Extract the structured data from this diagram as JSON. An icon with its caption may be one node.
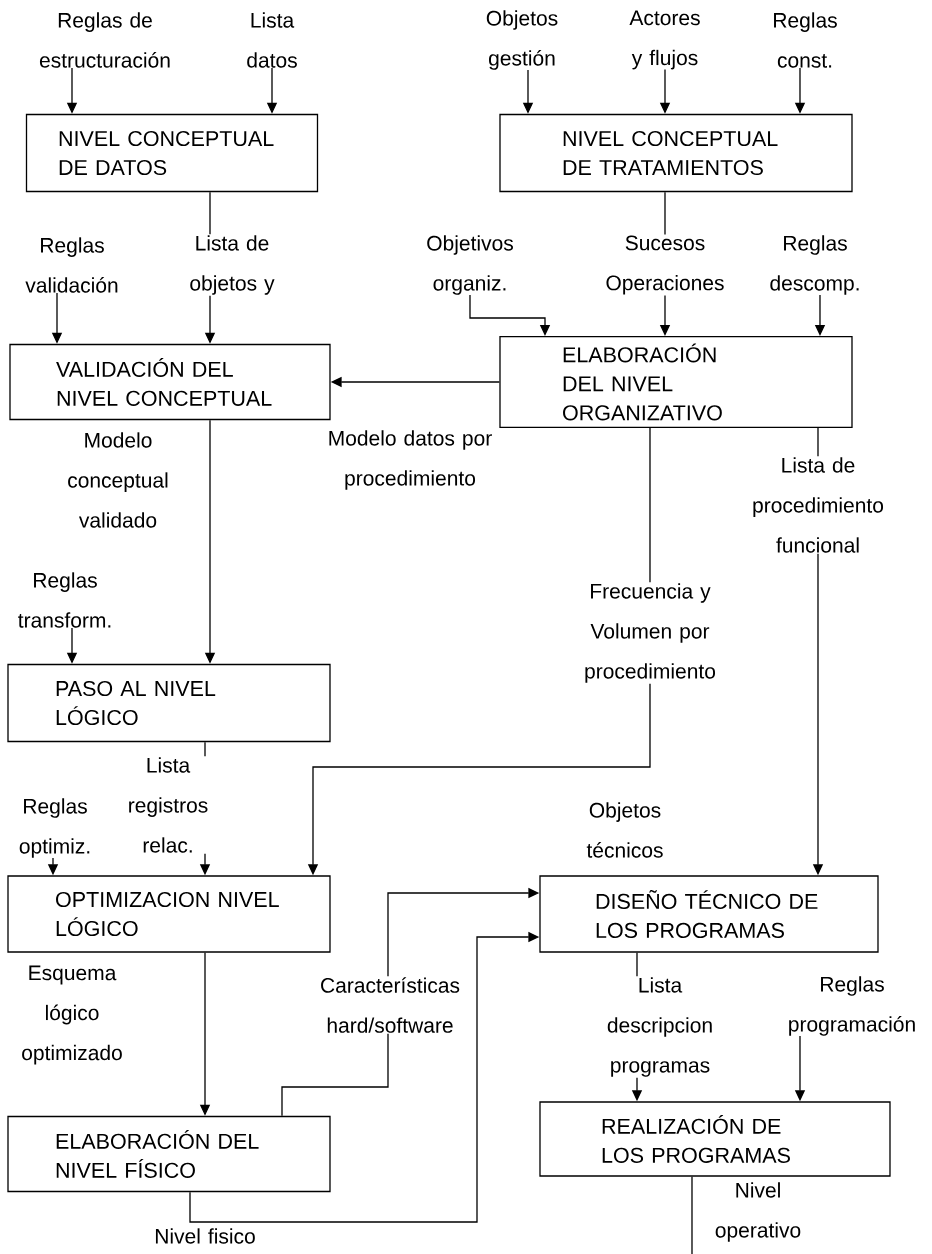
{
  "diagram": {
    "nodes": [
      {
        "text": [
          "Reglas de estructuración"
        ]
      },
      {
        "text": [
          "Lista datos"
        ]
      },
      {
        "text": [
          "Objetos gestión"
        ]
      },
      {
        "text": [
          "Actores y flujos"
        ]
      },
      {
        "text": [
          "Reglas const."
        ]
      },
      {
        "text": [
          "NIVEL CONCEPTUAL DE DATOS"
        ]
      },
      {
        "text": [
          "NIVEL CONCEPTUAL DE TRATAMIENTOS"
        ]
      },
      {
        "text": [
          "Reglas validación"
        ]
      },
      {
        "text": [
          "Objetivos organiz."
        ]
      },
      {
        "text": [
          "Reglas descomp."
        ]
      },
      {
        "text": [
          "VALIDACIÓN DEL NIVEL CONCEPTUAL"
        ]
      },
      {
        "text": [
          "ELABORACIÓN DEL NIVEL ORGANIZATIVO"
        ]
      },
      {
        "text": [
          "Reglas transform."
        ]
      },
      {
        "text": [
          "PASO AL NIVEL LÓGICO"
        ]
      },
      {
        "text": [
          "Reglas optimiz."
        ]
      },
      {
        "text": [
          "OPTIMIZACION NIVEL LÓGICO"
        ]
      },
      {
        "text": [
          "DISEÑO TÉCNICO DE LOS PROGRAMAS"
        ],
        "beside": [
          "Objetos técnicos"
        ]
      },
      {
        "text": [
          "ELABORACIÓN DEL NIVEL FÍSICO"
        ]
      },
      {
        "text": [
          "Reglas programación"
        ]
      },
      {
        "text": [
          "REALIZACIÓN DE LOS PROGRAMAS"
        ]
      }
    ],
    "edges": [
      {
        "from": 0,
        "to": 5,
        "arrow": "to"
      },
      {
        "from": 1,
        "to": 5,
        "arrow": "to"
      },
      {
        "from": 2,
        "to": 6,
        "arrow": "to"
      },
      {
        "from": 3,
        "to": 6,
        "arrow": "to"
      },
      {
        "from": 4,
        "to": 6,
        "arrow": "to"
      },
      {
        "from": 5,
        "to": 10,
        "arrow": "to",
        "label": "Lista de objetos y"
      },
      {
        "from": 6,
        "to": 11,
        "arrow": "to",
        "label": "Sucesos Operaciones"
      },
      {
        "from": 7,
        "to": 10,
        "arrow": "to"
      },
      {
        "from": 8,
        "to": 11,
        "arrow": "to"
      },
      {
        "from": 9,
        "to": 11,
        "arrow": "to"
      },
      {
        "from": 11,
        "to": 10,
        "arrow": "to"
      },
      {
        "from": 10,
        "to": 13,
        "arrow": "to",
        "label": "Modelo conceptual validado"
      },
      {
        "from": 12,
        "to": 13,
        "arrow": "to"
      },
      {
        "from": 11,
        "to": 15,
        "arrow": "to",
        "label": "Frecuencia y Volumen por procedimiento"
      },
      {
        "from": 11,
        "to": 16,
        "arrow": "to",
        "label": "Lista de procedimiento funcional"
      },
      {
        "from": 13,
        "to": 15,
        "arrow": "to",
        "label": "Lista registros relac."
      },
      {
        "from": 14,
        "to": 15,
        "arrow": "to"
      },
      {
        "from": 15,
        "to": 17,
        "arrow": "to",
        "label": "Esquema lógico optimizado"
      },
      {
        "from": 17,
        "to": 16,
        "arrow": "to",
        "label": "Características hard/software"
      },
      {
        "from": 17,
        "to": 16,
        "arrow": "to",
        "label": "Nivel fisico"
      },
      {
        "from": 16,
        "to": 19,
        "arrow": "to",
        "label": "Lista descripcion programas"
      },
      {
        "from": 18,
        "to": 19,
        "arrow": "to"
      },
      {
        "from": 19,
        "to": null,
        "arrow": "none",
        "label": "Nivel operativo"
      }
    ],
    "labels": [
      "Modelo datos por procedimiento"
    ]
  }
}
